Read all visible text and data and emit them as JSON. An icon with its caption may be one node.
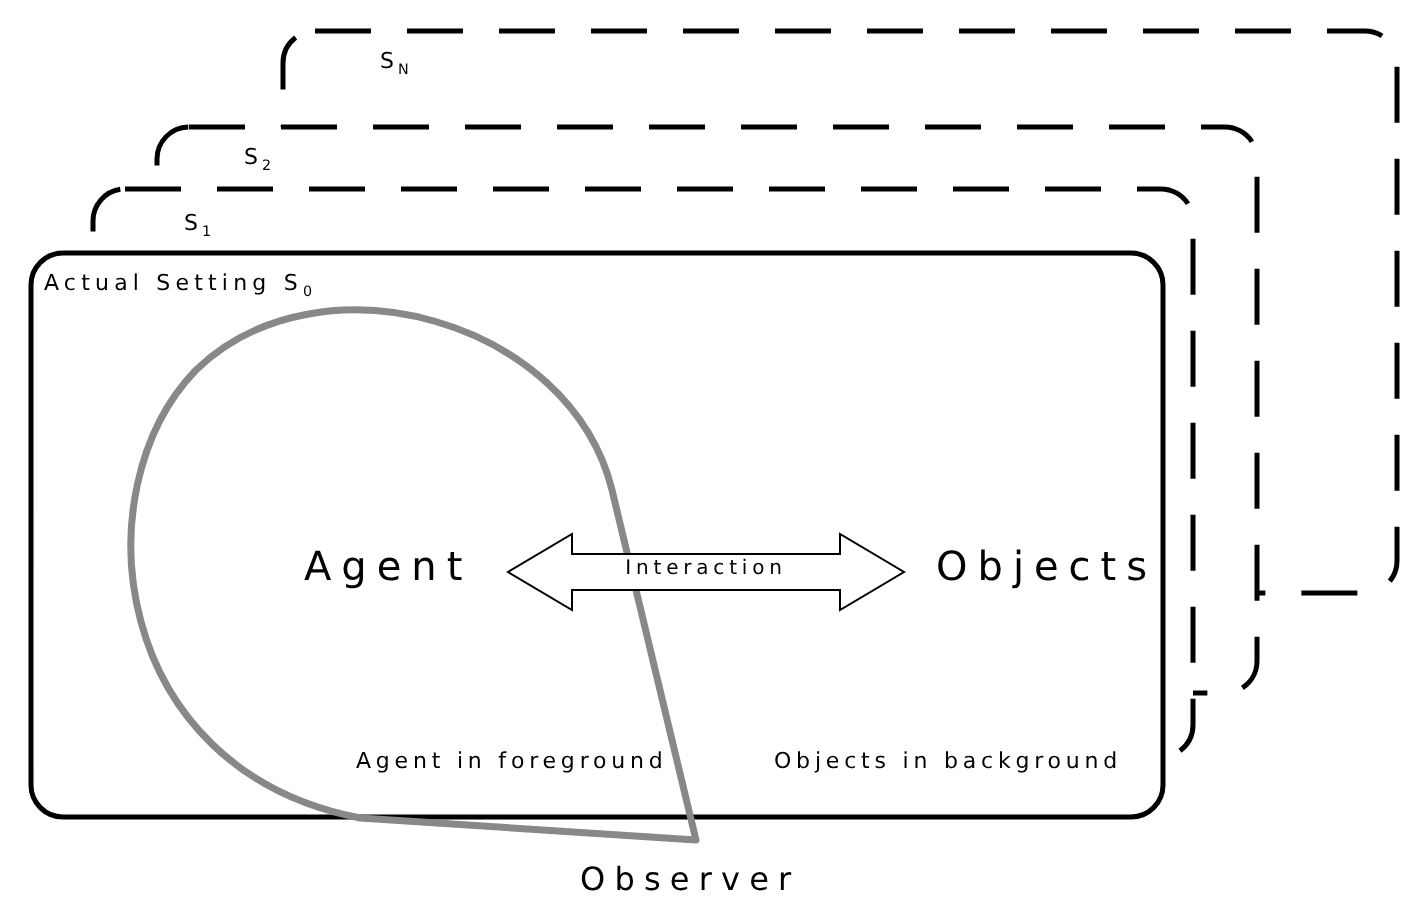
{
  "diagram": {
    "nodes": [
      {
        "text": [
          "S$_{N}$"
        ]
      },
      {
        "text": [
          "S$_{2}$"
        ]
      },
      {
        "text": [
          "S$_{1}$"
        ]
      },
      {
        "text": [
          "Actual Setting S$_{0}$"
        ]
      },
      {
        "text": [
          "Agent"
        ],
        "in": 3
      },
      {
        "text": [
          "Objects"
        ],
        "in": 3
      },
      {
        "text": [
          "Observer"
        ]
      }
    ],
    "edges": [
      {
        "from": 4,
        "to": 5,
        "arrow": "both",
        "label": "Interaction",
        "style": "thick"
      }
    ],
    "labels": [
      "Agent in foreground",
      "Objects in background"
    ]
  }
}
